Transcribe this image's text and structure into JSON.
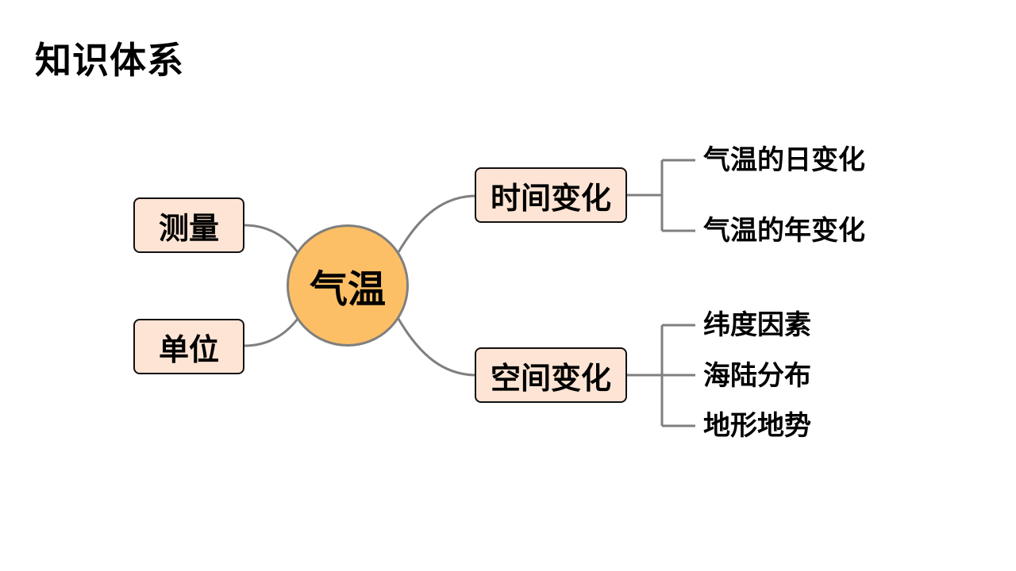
{
  "title": "知识体系",
  "center": "气温",
  "left_nodes": [
    "测量",
    "单位"
  ],
  "right_nodes": [
    {
      "label": "时间变化",
      "children": [
        "气温的日变化",
        "气温的年变化"
      ]
    },
    {
      "label": "空间变化",
      "children": [
        "纬度因素",
        "海陆分布",
        "地形地势"
      ]
    }
  ],
  "colors": {
    "node_fill": "#fde4d4",
    "center_fill": "#fdbf66",
    "connector": "#7f7f7f",
    "border": "#111111"
  }
}
